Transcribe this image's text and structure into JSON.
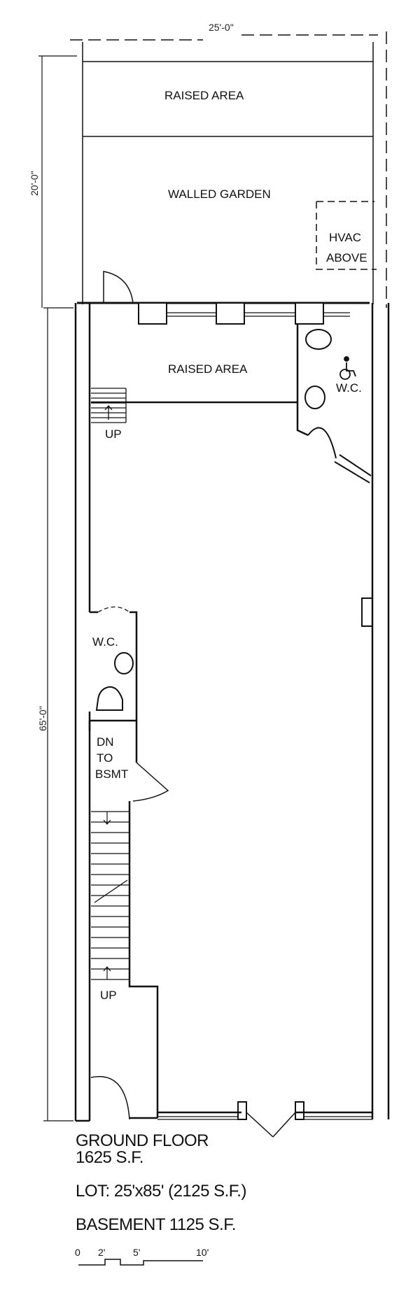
{
  "dimensions": {
    "top_width": "25'-0\"",
    "garden_depth": "20'-0\"",
    "building_depth": "65'-0\""
  },
  "rooms": {
    "raised_area_garden": "RAISED AREA",
    "walled_garden": "WALLED GARDEN",
    "hvac_line1": "HVAC",
    "hvac_line2": "ABOVE",
    "raised_area_interior": "RAISED AREA",
    "wc_accessible": "W.C.",
    "stair_up_rear": "UP",
    "wc_small": "W.C.",
    "dn_line1": "DN",
    "dn_line2": "TO",
    "dn_line3": "BSMT",
    "stair_up_front": "UP"
  },
  "notes": {
    "line1": "GROUND FLOOR",
    "line2": "1625 S.F.",
    "line3": "LOT: 25'x85' (2125 S.F.)",
    "line4": "BASEMENT 1125 S.F."
  },
  "scale_bar": {
    "labels": [
      "0",
      "2'",
      "5'",
      "10'"
    ]
  }
}
